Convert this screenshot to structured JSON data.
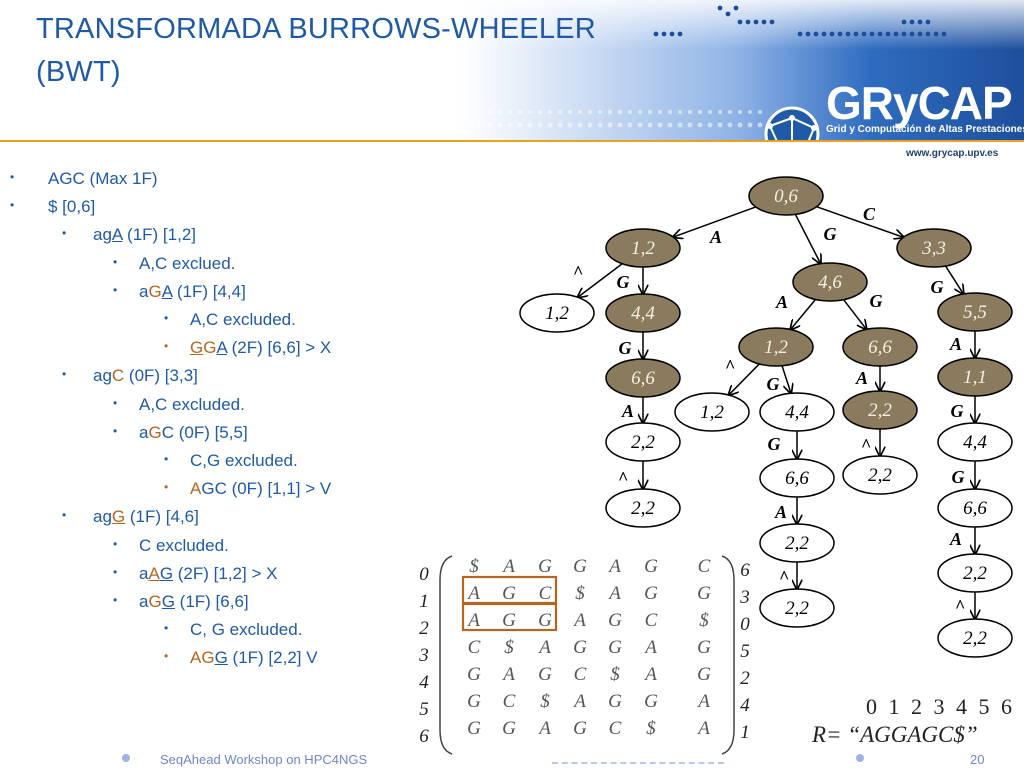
{
  "header": {
    "title_line1": "TRANSFORMADA BURROWS-WHEELER",
    "title_line2": "(BWT)",
    "logo_text": "GRyCAP",
    "logo_subtitle": "Grid y Computación de Altas Prestaciones",
    "website": "www.grycap.upv.es"
  },
  "colors": {
    "title_blue": "#1f5aa6",
    "accent_orange": "#e8a21c",
    "highlight_orange": "#b5651d",
    "node_fill": "#8a7b5e",
    "header_blue": "#2a5fae"
  },
  "outline": [
    {
      "level": 1,
      "segments": [
        {
          "t": "AGC (Max 1F)"
        }
      ]
    },
    {
      "level": 1,
      "segments": [
        {
          "t": "$ [0,6]"
        }
      ]
    },
    {
      "level": 2,
      "segments": [
        {
          "t": "ag"
        },
        {
          "t": "A",
          "u": true
        },
        {
          "t": " (1F) [1,2]"
        }
      ]
    },
    {
      "level": 3,
      "segments": [
        {
          "t": "A,C exclued."
        }
      ]
    },
    {
      "level": 3,
      "segments": [
        {
          "t": "a"
        },
        {
          "t": "G",
          "o": true
        },
        {
          "t": "A",
          "u": true
        },
        {
          "t": " (1F) [4,4]"
        }
      ]
    },
    {
      "level": 4,
      "segments": [
        {
          "t": "A,C excluded."
        }
      ]
    },
    {
      "level": 4,
      "orange_bullet": true,
      "segments": [
        {
          "t": "G",
          "o": true,
          "u": true
        },
        {
          "t": "G",
          "o": true
        },
        {
          "t": "A",
          "u": true
        },
        {
          "t": " (2F) [6,6] > X"
        }
      ]
    },
    {
      "level": 2,
      "segments": [
        {
          "t": "ag"
        },
        {
          "t": "C",
          "o": true
        },
        {
          "t": " (0F) [3,3]"
        }
      ]
    },
    {
      "level": 3,
      "segments": [
        {
          "t": "A,C excluded."
        }
      ]
    },
    {
      "level": 3,
      "segments": [
        {
          "t": "a"
        },
        {
          "t": "G",
          "o": true
        },
        {
          "t": "C (0F) [5,5]"
        }
      ]
    },
    {
      "level": 4,
      "segments": [
        {
          "t": "C,G excluded."
        }
      ]
    },
    {
      "level": 4,
      "orange_bullet": true,
      "segments": [
        {
          "t": "A",
          "o": true
        },
        {
          "t": "GC (0F) [1,1] > V"
        }
      ]
    },
    {
      "level": 2,
      "segments": [
        {
          "t": "ag"
        },
        {
          "t": "G",
          "o": true,
          "u": true
        },
        {
          "t": " (1F) [4,6]"
        }
      ]
    },
    {
      "level": 3,
      "segments": [
        {
          "t": "C excluded."
        }
      ]
    },
    {
      "level": 3,
      "segments": [
        {
          "t": "a"
        },
        {
          "t": "A",
          "o": true,
          "u": true
        },
        {
          "t": "G",
          "u": true
        },
        {
          "t": " (2F) [1,2] > X"
        }
      ]
    },
    {
      "level": 3,
      "segments": [
        {
          "t": "a"
        },
        {
          "t": "G",
          "o": true
        },
        {
          "t": "G",
          "u": true
        },
        {
          "t": " (1F) [6,6]"
        }
      ]
    },
    {
      "level": 4,
      "segments": [
        {
          "t": "C, G excluded."
        }
      ]
    },
    {
      "level": 4,
      "orange_bullet": true,
      "segments": [
        {
          "t": "A",
          "o": true
        },
        {
          "t": "G",
          "o": true
        },
        {
          "t": "G",
          "u": true
        },
        {
          "t": " (1F) [2,2] V"
        }
      ]
    }
  ],
  "tree": {
    "nodes": [
      {
        "id": "n0",
        "label": "0,6",
        "filled": true
      },
      {
        "id": "n1",
        "label": "1,2",
        "filled": true
      },
      {
        "id": "n2",
        "label": "4,6",
        "filled": true
      },
      {
        "id": "n3",
        "label": "3,3",
        "filled": true
      },
      {
        "id": "n4",
        "label": "1,2",
        "filled": false
      },
      {
        "id": "n5",
        "label": "4,4",
        "filled": true
      },
      {
        "id": "n6",
        "label": "6,6",
        "filled": true
      },
      {
        "id": "n7",
        "label": "2,2",
        "filled": false
      },
      {
        "id": "n8",
        "label": "2,2",
        "filled": false
      },
      {
        "id": "n9",
        "label": "1,2",
        "filled": true
      },
      {
        "id": "n10",
        "label": "6,6",
        "filled": true
      },
      {
        "id": "n11",
        "label": "1,2",
        "filled": false
      },
      {
        "id": "n12",
        "label": "4,4",
        "filled": false
      },
      {
        "id": "n13",
        "label": "6,6",
        "filled": false
      },
      {
        "id": "n14",
        "label": "2,2",
        "filled": false
      },
      {
        "id": "n15",
        "label": "2,2",
        "filled": false
      },
      {
        "id": "n16",
        "label": "2,2",
        "filled": true
      },
      {
        "id": "n17",
        "label": "2,2",
        "filled": false
      },
      {
        "id": "n18",
        "label": "5,5",
        "filled": true
      },
      {
        "id": "n19",
        "label": "1,1",
        "filled": true
      },
      {
        "id": "n20",
        "label": "4,4",
        "filled": false
      },
      {
        "id": "n21",
        "label": "6,6",
        "filled": false
      },
      {
        "id": "n22",
        "label": "2,2",
        "filled": false
      },
      {
        "id": "n23",
        "label": "2,2",
        "filled": false
      }
    ],
    "edges": [
      {
        "from": "n0",
        "to": "n1",
        "label": "A"
      },
      {
        "from": "n0",
        "to": "n2",
        "label": "G"
      },
      {
        "from": "n0",
        "to": "n3",
        "label": "C"
      },
      {
        "from": "n1",
        "to": "n4",
        "label": "^"
      },
      {
        "from": "n1",
        "to": "n5",
        "label": "G"
      },
      {
        "from": "n5",
        "to": "n6",
        "label": "G"
      },
      {
        "from": "n6",
        "to": "n7",
        "label": "A"
      },
      {
        "from": "n7",
        "to": "n8",
        "label": "^"
      },
      {
        "from": "n2",
        "to": "n9",
        "label": "A"
      },
      {
        "from": "n2",
        "to": "n10",
        "label": "G"
      },
      {
        "from": "n9",
        "to": "n11",
        "label": "^"
      },
      {
        "from": "n9",
        "to": "n12",
        "label": "G"
      },
      {
        "from": "n12",
        "to": "n13",
        "label": "G"
      },
      {
        "from": "n13",
        "to": "n14",
        "label": "A"
      },
      {
        "from": "n14",
        "to": "n15",
        "label": "^"
      },
      {
        "from": "n10",
        "to": "n16",
        "label": "A"
      },
      {
        "from": "n16",
        "to": "n17",
        "label": "^"
      },
      {
        "from": "n3",
        "to": "n18",
        "label": "G"
      },
      {
        "from": "n18",
        "to": "n19",
        "label": "A"
      },
      {
        "from": "n19",
        "to": "n20",
        "label": "G"
      },
      {
        "from": "n20",
        "to": "n21",
        "label": "G"
      },
      {
        "from": "n21",
        "to": "n22",
        "label": "A"
      },
      {
        "from": "n22",
        "to": "n23",
        "label": "^"
      }
    ]
  },
  "matrix": {
    "row_indices": [
      "0",
      "1",
      "2",
      "3",
      "4",
      "5",
      "6"
    ],
    "rows": [
      [
        "$",
        "A",
        "G",
        "G",
        "A",
        "G",
        "C"
      ],
      [
        "A",
        "G",
        "C",
        "$",
        "A",
        "G",
        "G"
      ],
      [
        "A",
        "G",
        "G",
        "A",
        "G",
        "C",
        "$"
      ],
      [
        "C",
        "$",
        "A",
        "G",
        "G",
        "A",
        "G"
      ],
      [
        "G",
        "A",
        "G",
        "C",
        "$",
        "A",
        "G"
      ],
      [
        "G",
        "C",
        "$",
        "A",
        "G",
        "G",
        "A"
      ],
      [
        "G",
        "G",
        "A",
        "G",
        "C",
        "$",
        "A"
      ]
    ],
    "right_indices": [
      "6",
      "3",
      "0",
      "5",
      "2",
      "4",
      "1"
    ],
    "highlighted_prefixes": [
      1,
      2
    ]
  },
  "reference": {
    "index_line": "0 1 2 3 4 5 6",
    "string": "R= “AGGAGC$”"
  },
  "footer": {
    "text": "SeqAhead Workshop on HPC4NGS",
    "page_number": "20"
  }
}
